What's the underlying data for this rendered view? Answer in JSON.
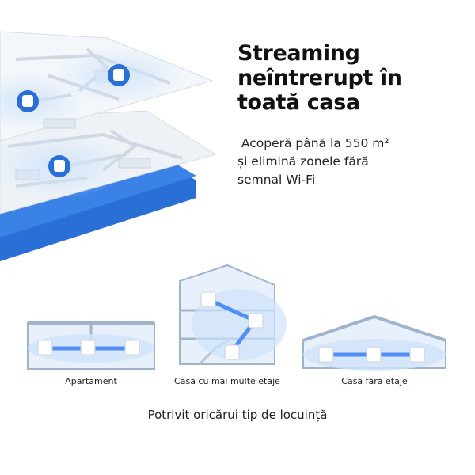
{
  "headline": {
    "line1": "Streaming",
    "line2": "neîntrerupt în",
    "line3": "toată casa"
  },
  "subtext": {
    "line1": " Acoperă până la 550 m²",
    "line2": "și elimină zonele fără",
    "line3": "semnal Wi-Fi"
  },
  "house_types": [
    {
      "label": "Apartament"
    },
    {
      "label": "Casă cu mai multe etaje"
    },
    {
      "label": "Casă fără etaje"
    }
  ],
  "footer": {
    "caption": "Potrivit oricărui tip de locuință"
  },
  "colors": {
    "accent_blue": "#2a6fd6",
    "link_blue": "#4f8ef5",
    "signal_glow": "#cfe3fb"
  },
  "icons": [
    "mesh-unit-icon",
    "wifi-link-icon"
  ]
}
